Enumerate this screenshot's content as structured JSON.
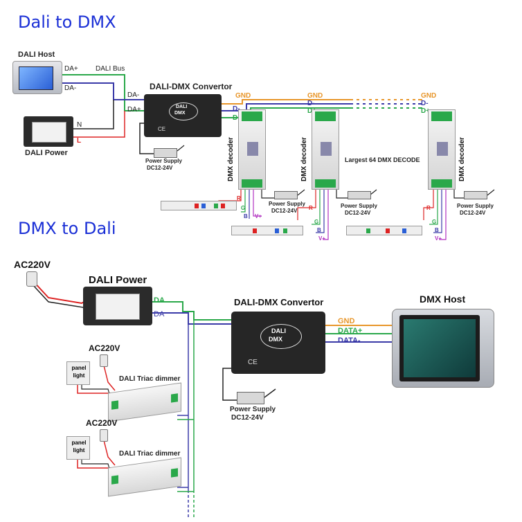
{
  "sections": {
    "top_title": "Dali to DMX",
    "bottom_title": "DMX to Dali"
  },
  "top": {
    "dali_host": "DALI Host",
    "da_plus": "DA+",
    "da_minus": "DA-",
    "dali_bus": "DALI Bus",
    "n": "N",
    "l": "L",
    "dali_power": "DALI Power",
    "convertor": "DALI-DMX Convertor",
    "conv_da_minus": "DA-",
    "conv_da_plus": "DA+",
    "gnd": "GND",
    "d_minus": "D-",
    "d_plus": "D+",
    "power_supply": "Power Supply",
    "dc": "DC12-24V",
    "dmx_decoder": "DMX decoder",
    "largest": "Largest 64 DMX DECODE",
    "r": "R",
    "g": "G",
    "b": "B",
    "v": "V+"
  },
  "bottom": {
    "ac220_main": "AC220V",
    "dali_power": "DALI Power",
    "da": "DA",
    "convertor": "DALI-DMX Convertor",
    "dmx_host": "DMX Host",
    "gnd": "GND",
    "data_plus": "DATA+",
    "data_minus": "DATA-",
    "power_supply": "Power Supply",
    "dc": "DC12-24V",
    "ac220": "AC220V",
    "panel": "panel",
    "light": "light",
    "triac": "DALI Triac dimmer"
  },
  "device_text": {
    "dali": "DALI",
    "dmx": "DMX",
    "ce": "CE"
  },
  "colors": {
    "title_blue": "#1a2fd6",
    "wire_green": "#2aa84a",
    "wire_blue": "#3a3aa8",
    "wire_orange": "#e8962a",
    "wire_red": "#d22",
    "wire_black": "#222",
    "wire_purple": "#b030c0"
  }
}
